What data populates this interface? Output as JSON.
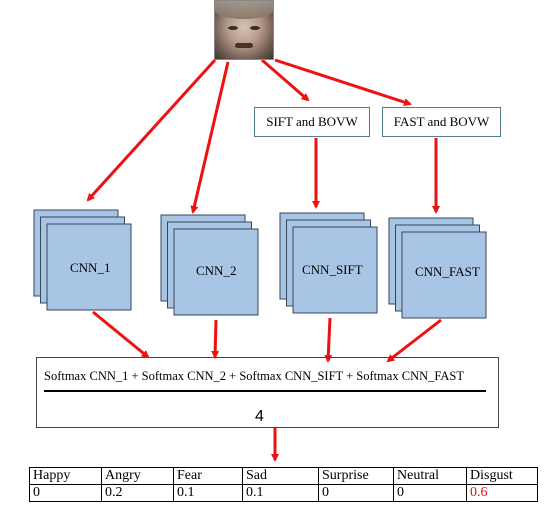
{
  "input_image": {
    "icon": "face-photo-icon"
  },
  "feature_boxes": [
    {
      "label": "SIFT and BOVW"
    },
    {
      "label": "FAST and BOVW"
    }
  ],
  "cnns": [
    {
      "label": "CNN_1"
    },
    {
      "label": "CNN_2"
    },
    {
      "label": "CNN_SIFT"
    },
    {
      "label": "CNN_FAST"
    }
  ],
  "formula": {
    "numerator": "Softmax CNN_1 + Softmax CNN_2 + Softmax CNN_SIFT + Softmax CNN_FAST",
    "denominator": "4"
  },
  "results": {
    "headers": [
      "Happy",
      "Angry",
      "Fear",
      "Sad",
      "Surprise",
      "Neutral",
      "Disgust"
    ],
    "values": [
      "0",
      "0.2",
      "0.1",
      "0.1",
      "0",
      "0",
      "0.6"
    ],
    "highlight_index": 6
  },
  "colors": {
    "arrow": "#ee1111",
    "cnn_fill": "#a9c5e6",
    "cnn_border": "#35475a",
    "highlight": "#e01010"
  }
}
